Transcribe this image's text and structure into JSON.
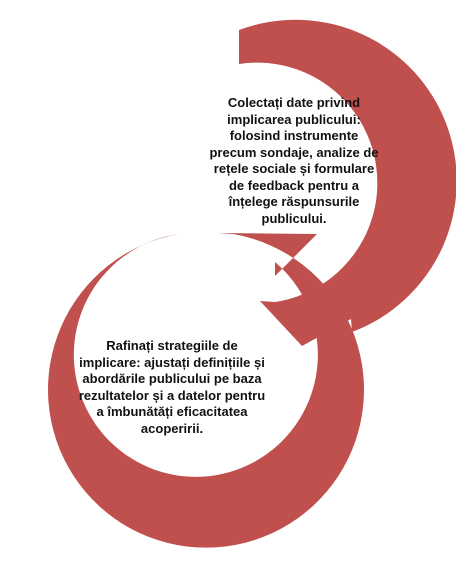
{
  "diagram": {
    "type": "cycle",
    "accent_color": "#c0504d",
    "steps": [
      {
        "text": "Colectați date privind implicarea publicului: folosind instrumente precum sondaje, analize de rețele sociale și formulare de feedback pentru a înțelege răspunsurile publicului."
      },
      {
        "text": "Rafinați strategiile de implicare: ajustați definițiile și abordările publicului pe baza rezultatelor și a datelor pentru a îmbunătăți eficacitatea acoperirii."
      }
    ]
  }
}
